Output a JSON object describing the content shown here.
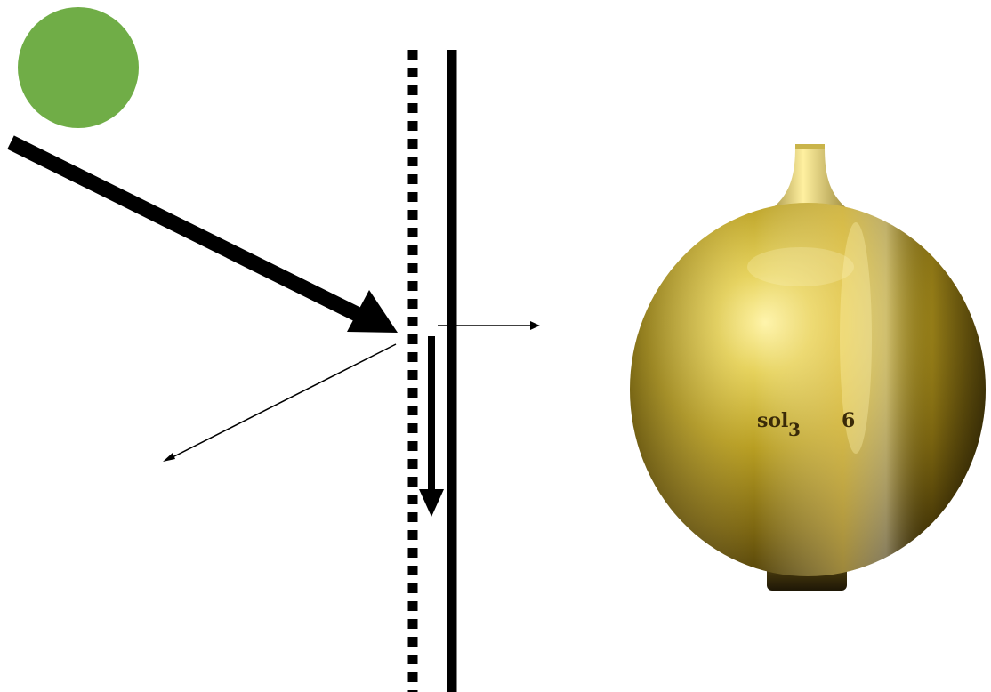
{
  "diagram": {
    "source": {
      "icon": "circle-source",
      "color": "#70ad47"
    },
    "incident_beam": {
      "icon": "thick-arrow",
      "color": "#000000"
    },
    "reflected_beam": {
      "icon": "thin-arrow",
      "color": "#000000"
    },
    "transmitted_beam": {
      "icon": "thin-arrow",
      "color": "#000000"
    },
    "surface_current": {
      "icon": "thick-down-arrow",
      "color": "#000000"
    },
    "dashed_boundary": {
      "icon": "dashed-line",
      "color": "#000000"
    },
    "solid_boundary": {
      "icon": "solid-line",
      "color": "#000000"
    }
  },
  "resonator": {
    "icon": "brass-sphere-resonator",
    "colors": {
      "highlight": "#f2e27a",
      "base": "#b8a024",
      "shadow": "#4a3a06",
      "foot": "#2b2108"
    },
    "engraving": {
      "note": "sol",
      "subscript": "3",
      "number": "6"
    }
  }
}
